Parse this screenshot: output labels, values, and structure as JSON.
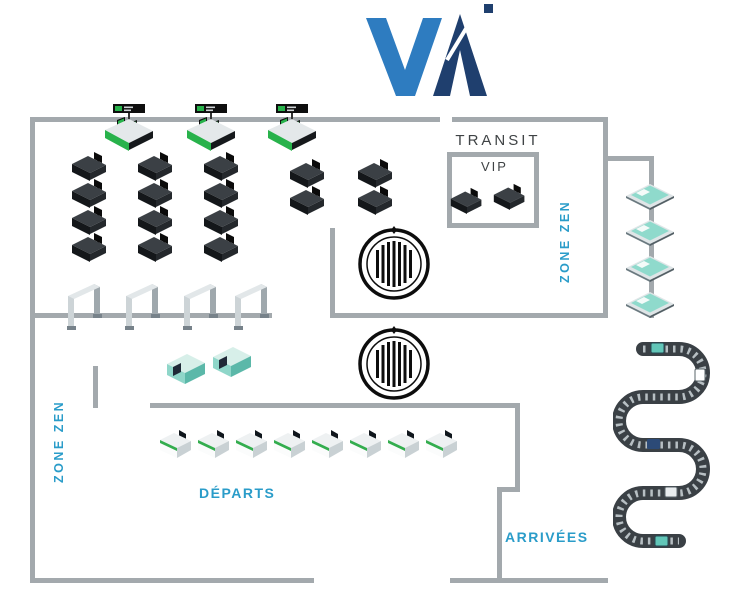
{
  "labels": {
    "transit": "TRANSIT",
    "vip": "VIP",
    "zone_zen_right": "ZONE ZEN",
    "zone_zen_left": "ZONE ZEN",
    "departures": "DÉPARTS",
    "arrivals": "ARRIVÉES"
  },
  "colors": {
    "label_blue": "#2a9cc9",
    "label_dark": "#3f4345",
    "wall_gray": "#a3a9ad",
    "accent_green": "#28b24b",
    "accent_mint": "#8fdacc",
    "logo_blue": "#2e7cc0",
    "logo_navy": "#1f3f6e",
    "equipment_black": "#1a1d20"
  },
  "equipment_counts": {
    "checkin_counters": 3,
    "waiting_desks": 16,
    "vip_desks": 2,
    "security_gates": 4,
    "baggage_scanners": 2,
    "boarding_desks": 8,
    "zen_loungers": 4,
    "round_features": 2,
    "baggage_carousels": 1
  },
  "icon_names": {
    "logo": "brand-logo",
    "checkin": "checkin-counter-icon",
    "desk": "desk-icon",
    "security_gate": "security-gate-icon",
    "scanner": "baggage-scanner-icon",
    "boarding_desk": "boarding-desk-icon",
    "zen_lounger": "zen-lounger-icon",
    "round_feature": "round-feature-icon",
    "carousel": "baggage-carousel-icon"
  }
}
